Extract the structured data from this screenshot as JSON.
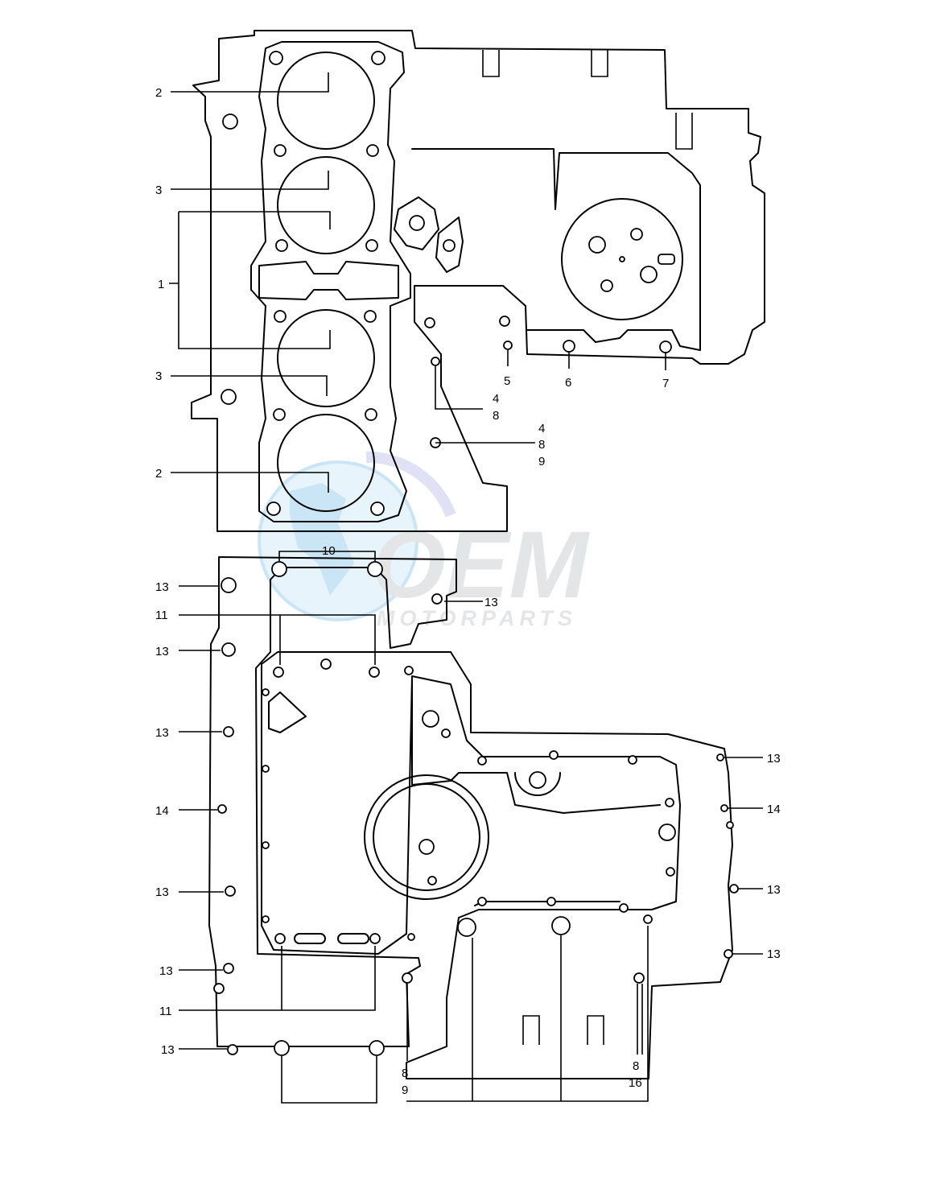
{
  "watermark": {
    "brand": "OEM",
    "sub": "MOTORPARTS",
    "colors": {
      "globe": "#9fd0ee",
      "text": "#cfd1d4",
      "ring": "#c9c9f0"
    }
  },
  "labels": {
    "L2a": "2",
    "L3a": "3",
    "L1": "1",
    "L3b": "3",
    "L2b": "2",
    "L5": "5",
    "L6": "6",
    "L7": "7",
    "L4a": "4",
    "L8a": "8",
    "L4b": "4",
    "L8b": "8",
    "L9a": "9",
    "L10": "10",
    "L13a": "13",
    "L13b": "13",
    "L11a": "11",
    "L13c": "13",
    "L13d": "13",
    "L14a": "14",
    "L13e": "13",
    "L13f": "13",
    "L11b": "11",
    "L13g": "13",
    "L8c": "8",
    "L9b": "9",
    "L8d": "8",
    "L16": "16",
    "L13r1": "13",
    "L14b": "14",
    "L13r2": "13",
    "L13r3": "13"
  }
}
